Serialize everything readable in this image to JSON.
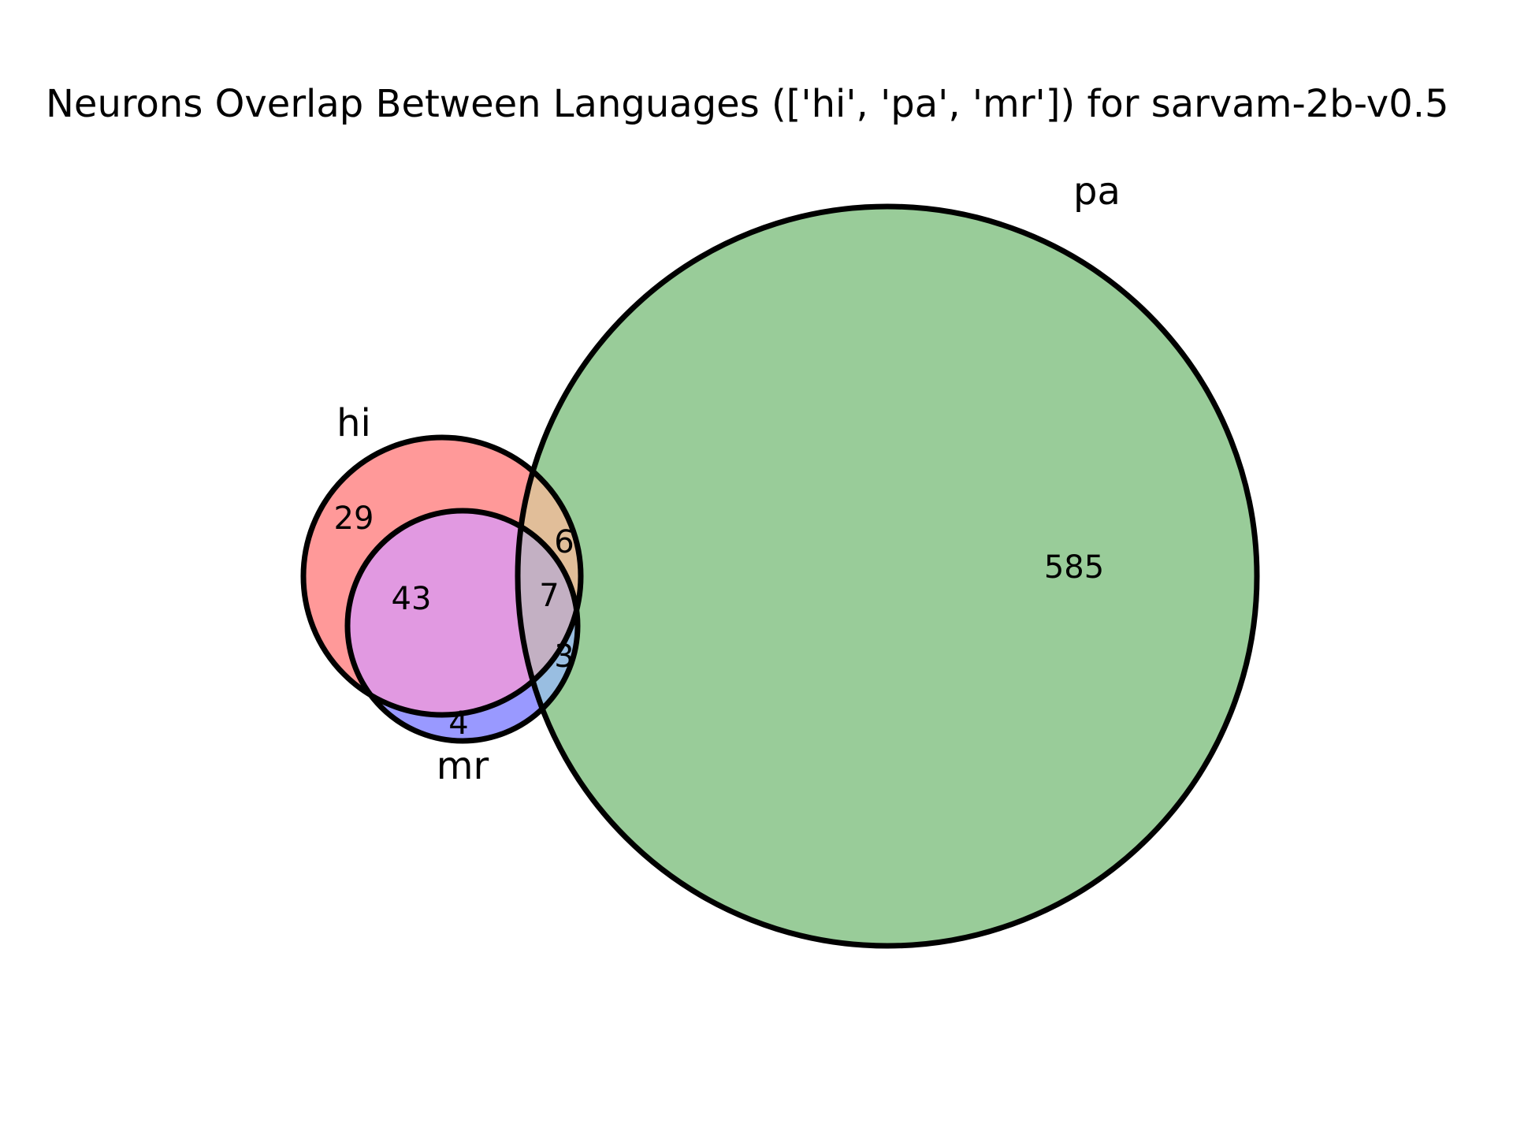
{
  "chart_data": {
    "type": "venn",
    "title": "Neurons Overlap Between Languages (['hi', 'pa', 'mr']) for sarvam-2b-v0.5",
    "sets": [
      {
        "name": "hi",
        "label": "hi",
        "color": "#ff9999"
      },
      {
        "name": "pa",
        "label": "pa",
        "color": "#99cc99"
      },
      {
        "name": "mr",
        "label": "mr",
        "color": "#9999ff"
      }
    ],
    "regions": [
      {
        "sets": [
          "hi"
        ],
        "value": "29",
        "color": "#ff9999"
      },
      {
        "sets": [
          "pa"
        ],
        "value": "585",
        "color": "#99cc99"
      },
      {
        "sets": [
          "mr"
        ],
        "value": "4",
        "color": "#9999ff"
      },
      {
        "sets": [
          "hi",
          "pa"
        ],
        "value": "6",
        "color": "#e1be99"
      },
      {
        "sets": [
          "hi",
          "mr"
        ],
        "value": "43",
        "color": "#e199e1"
      },
      {
        "sets": [
          "pa",
          "mr"
        ],
        "value": "3",
        "color": "#99bee1"
      },
      {
        "sets": [
          "hi",
          "pa",
          "mr"
        ],
        "value": "7",
        "color": "#c3b0c3"
      }
    ]
  }
}
